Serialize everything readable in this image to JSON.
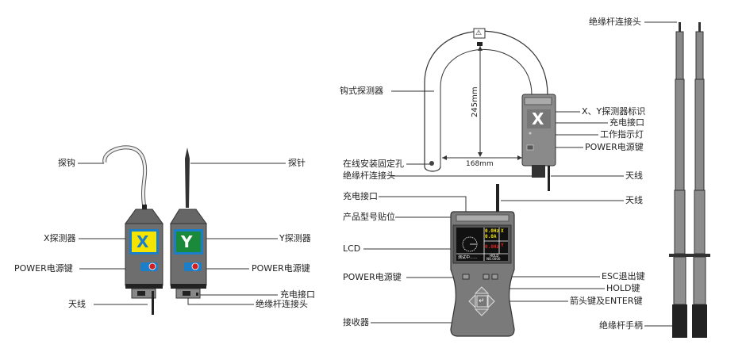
{
  "left_figure": {
    "labels": {
      "hook": "探钩",
      "needle": "探针",
      "x_detector": "X探测器",
      "y_detector": "Y探测器",
      "power_left": "POWER电源键",
      "power_right": "POWER电源键",
      "antenna": "天线",
      "charge_port": "充电接口",
      "pole_connector": "绝缘杆连接头"
    },
    "x_mark": "X",
    "y_mark": "Y"
  },
  "middle_figure": {
    "labels": {
      "hook_detector": "钩式探测器",
      "mount_hole": "在线安装固定孔",
      "pole_connector": "绝缘杆连接头",
      "xy_mark": "X、Y探测器标识",
      "charge_port": "充电接口",
      "work_light": "工作指示灯",
      "power": "POWER电源键",
      "antenna": "天线"
    },
    "dim_height": "245mm",
    "dim_width": "168mm",
    "x_mark": "X",
    "warning_glyph": "⚠"
  },
  "receiver": {
    "labels": {
      "charge_port": "充电接口",
      "model_sticker": "产品型号贴位",
      "lcd": "LCD",
      "power": "POWER电源键",
      "receiver": "接收器",
      "antenna": "天线",
      "esc": "ESC退出键",
      "hold": "HOLD键",
      "arrows_enter": "箭头键及ENTER键"
    },
    "lcd": {
      "x_freq": "0.0Hz",
      "x_current": "0.0A",
      "y_freq": "0.0Hz",
      "x_tag": "X",
      "y_tag": "Y",
      "status": "测试中......",
      "hold": "HOLD",
      "record_no": "NO.0000"
    },
    "enter_glyph": "↵"
  },
  "poles": {
    "labels": {
      "top_connector": "绝缘杆连接头",
      "handle": "绝缘杆手柄"
    }
  },
  "colors": {
    "body": "#6b6b6b",
    "x_screen": "#f5e400",
    "x_letter": "#1a7fc8",
    "y_screen": "#1a8a3a",
    "button_red": "#d21e1e",
    "lcd_yellow": "#f0e000",
    "lcd_red": "#e02020"
  }
}
